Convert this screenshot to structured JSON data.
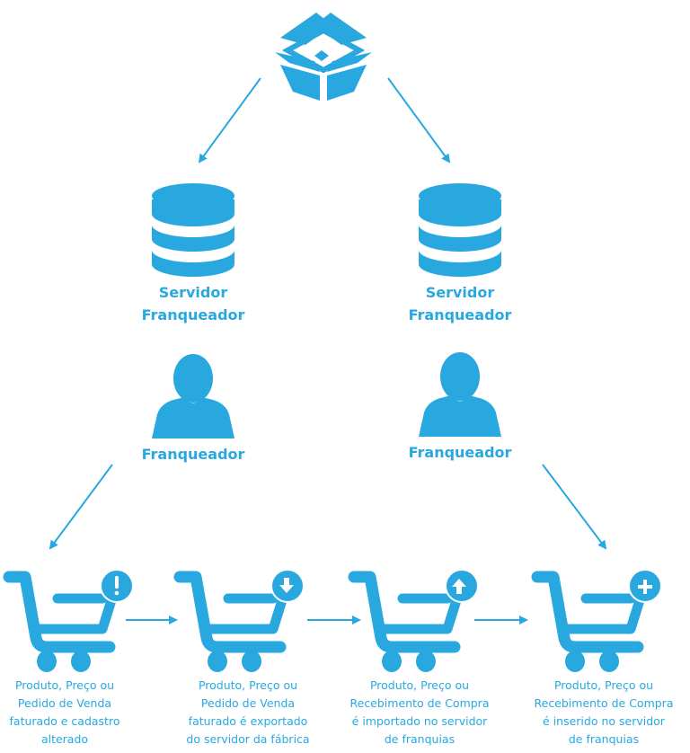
{
  "colors": {
    "accent": "#29a8e0",
    "background": "#ffffff"
  },
  "source": {
    "icon": "open-box-icon"
  },
  "servers": [
    {
      "line1": "Servidor",
      "line2": "Franqueador",
      "icon": "database-icon"
    },
    {
      "line1": "Servidor",
      "line2": "Franqueador",
      "icon": "database-icon"
    }
  ],
  "users": [
    {
      "label": "Franqueador",
      "icon": "user-icon"
    },
    {
      "label": "Franqueador",
      "icon": "user-icon"
    }
  ],
  "steps": [
    {
      "badge": "exclamation",
      "lines": [
        "Produto, Preço ou",
        "Pedido  de Venda",
        "faturado e cadastro",
        "alterado"
      ]
    },
    {
      "badge": "arrow-down",
      "lines": [
        "Produto, Preço ou",
        "Pedido  de Venda",
        "faturado é exportado",
        "do servidor da fábrica"
      ]
    },
    {
      "badge": "arrow-up",
      "lines": [
        "Produto, Preço ou",
        "Recebimento de Compra",
        "é importado no servidor",
        "de franquias"
      ]
    },
    {
      "badge": "plus",
      "lines": [
        "Produto, Preço ou",
        "Recebimento de Compra",
        "é inserido no servidor",
        "de franquias"
      ]
    }
  ]
}
